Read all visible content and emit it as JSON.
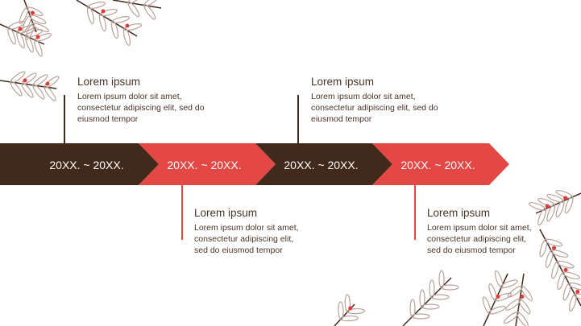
{
  "colors": {
    "brown": "#41291b",
    "red": "#e34845",
    "leaf": "#b8a29a",
    "berry": "#e23a36"
  },
  "timeline": [
    {
      "label": "20XX. ~ 20XX.",
      "color": "brown"
    },
    {
      "label": "20XX. ~ 20XX.",
      "color": "red"
    },
    {
      "label": "20XX. ~ 20XX.",
      "color": "brown"
    },
    {
      "label": "20XX. ~ 20XX.",
      "color": "red"
    }
  ],
  "events": [
    {
      "title": "Lorem ipsum",
      "body": "Lorem ipsum dolor sit amet,\nconsectetur adipiscing elit, sed do\neiusmod tempor"
    },
    {
      "title": "Lorem ipsum",
      "body": "Lorem ipsum dolor sit amet,\nconsectetur adipiscing elit,\nsed do eiusmod tempor"
    },
    {
      "title": "Lorem ipsum",
      "body": "Lorem ipsum dolor sit amet,\nconsectetur adipiscing elit, sed do\neiusmod tempor"
    },
    {
      "title": "Lorem ipsum",
      "body": "Lorem ipsum dolor sit amet,\nconsectetur adipiscing elit,\nsed do eiusmod tempor"
    }
  ]
}
